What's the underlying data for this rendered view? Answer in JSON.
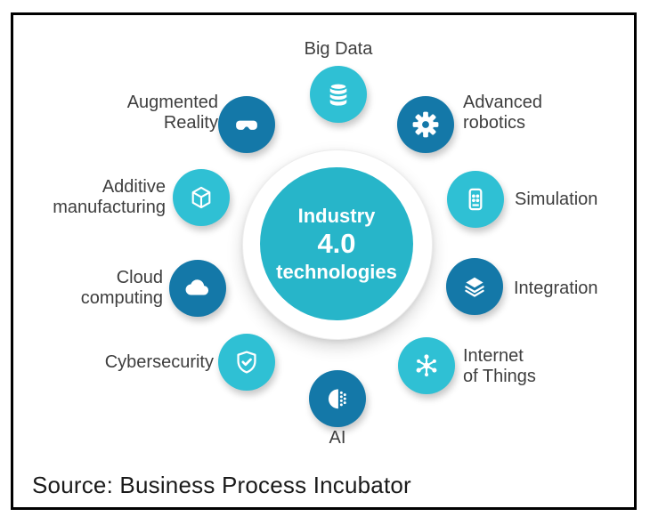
{
  "center": {
    "line1": "Industry",
    "line2": "4.0",
    "line3": "technologies"
  },
  "nodes": [
    {
      "label": "Big Data",
      "icon": "database-icon",
      "tone": "light"
    },
    {
      "label": "Advanced\nrobotics",
      "icon": "gear-icon",
      "tone": "dark"
    },
    {
      "label": "Simulation",
      "icon": "control-device-icon",
      "tone": "light"
    },
    {
      "label": "Integration",
      "icon": "layers-icon",
      "tone": "dark"
    },
    {
      "label": "Internet\nof Things",
      "icon": "network-hub-icon",
      "tone": "light"
    },
    {
      "label": "AI",
      "icon": "ai-head-icon",
      "tone": "dark"
    },
    {
      "label": "Cybersecurity",
      "icon": "shield-check-icon",
      "tone": "light"
    },
    {
      "label": "Cloud\ncomputing",
      "icon": "cloud-icon",
      "tone": "dark"
    },
    {
      "label": "Additive\nmanufacturing",
      "icon": "cube-icon",
      "tone": "light"
    },
    {
      "label": "Augmented\nReality",
      "icon": "vr-goggles-icon",
      "tone": "dark"
    }
  ],
  "source": {
    "text": "Source: Business Process Incubator"
  },
  "colors": {
    "center_teal": "#27b5c9",
    "satellite_light_teal": "#2fc0d4",
    "satellite_dark_blue": "#1478a8",
    "label_text": "#3e3e3e",
    "source_text": "#1a1a1a",
    "frame_border": "#000000",
    "icon_white": "#ffffff"
  }
}
